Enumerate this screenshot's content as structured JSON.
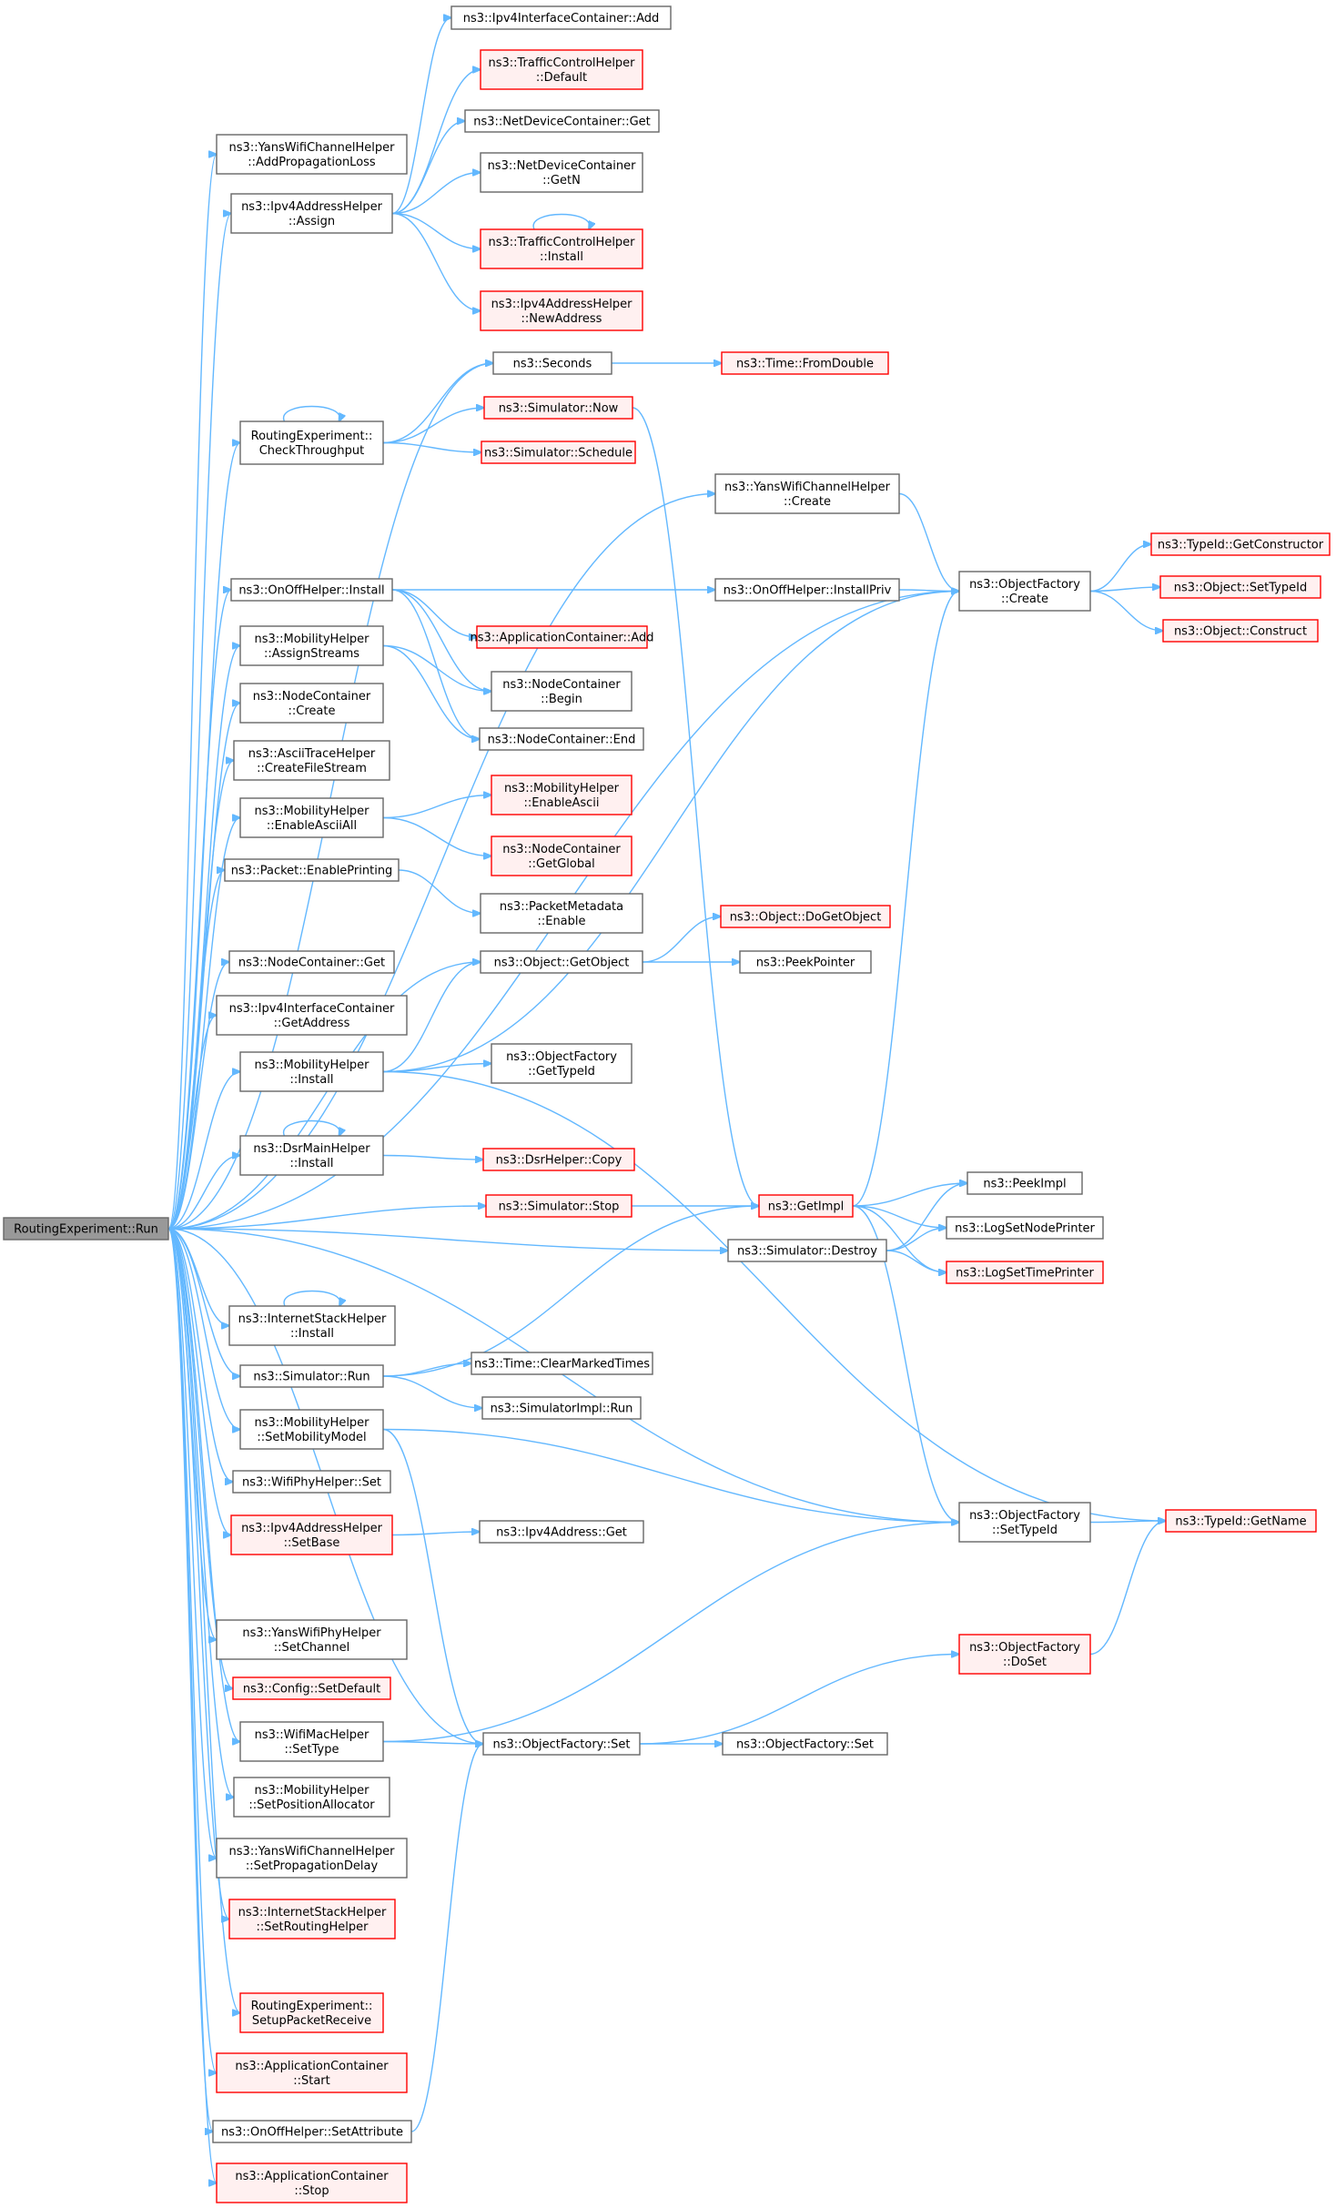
{
  "colors": {
    "edge": "#63b8ff",
    "normal_border": "#666666",
    "normal_fill": "#ffffff",
    "truncated_border": "#ff0000",
    "truncated_fill": "#fff0f0",
    "root_fill": "#999999",
    "root_border": "#666666"
  },
  "nodes": [
    {
      "id": "run",
      "lines": [
        "RoutingExperiment::Run"
      ],
      "style": "root"
    },
    {
      "id": "ipv4ic_add",
      "lines": [
        "ns3::Ipv4InterfaceContainer::Add"
      ],
      "style": "normal"
    },
    {
      "id": "tch_default",
      "lines": [
        "ns3::TrafficControlHelper",
        "::Default"
      ],
      "style": "truncated"
    },
    {
      "id": "ndc_get",
      "lines": [
        "ns3::NetDeviceContainer::Get"
      ],
      "style": "normal"
    },
    {
      "id": "yans_addprop",
      "lines": [
        "ns3::YansWifiChannelHelper",
        "::AddPropagationLoss"
      ],
      "style": "normal"
    },
    {
      "id": "ndc_getn",
      "lines": [
        "ns3::NetDeviceContainer",
        "::GetN"
      ],
      "style": "normal"
    },
    {
      "id": "ipv4ah_assign",
      "lines": [
        "ns3::Ipv4AddressHelper",
        "::Assign"
      ],
      "style": "normal"
    },
    {
      "id": "tch_install",
      "lines": [
        "ns3::TrafficControlHelper",
        "::Install"
      ],
      "style": "truncated"
    },
    {
      "id": "ipv4ah_newaddr",
      "lines": [
        "ns3::Ipv4AddressHelper",
        "::NewAddress"
      ],
      "style": "truncated"
    },
    {
      "id": "seconds",
      "lines": [
        "ns3::Seconds"
      ],
      "style": "normal"
    },
    {
      "id": "time_fromdouble",
      "lines": [
        "ns3::Time::FromDouble"
      ],
      "style": "truncated"
    },
    {
      "id": "sim_now",
      "lines": [
        "ns3::Simulator::Now"
      ],
      "style": "truncated"
    },
    {
      "id": "re_checkthroughput",
      "lines": [
        "RoutingExperiment::",
        "CheckThroughput"
      ],
      "style": "normal"
    },
    {
      "id": "sim_schedule",
      "lines": [
        "ns3::Simulator::Schedule"
      ],
      "style": "truncated"
    },
    {
      "id": "yans_create",
      "lines": [
        "ns3::YansWifiChannelHelper",
        "::Create"
      ],
      "style": "normal"
    },
    {
      "id": "typeid_getconstructor",
      "lines": [
        "ns3::TypeId::GetConstructor"
      ],
      "style": "truncated"
    },
    {
      "id": "onoff_install",
      "lines": [
        "ns3::OnOffHelper::Install"
      ],
      "style": "normal"
    },
    {
      "id": "onoff_installpriv",
      "lines": [
        "ns3::OnOffHelper::InstallPriv"
      ],
      "style": "normal"
    },
    {
      "id": "of_create",
      "lines": [
        "ns3::ObjectFactory",
        "::Create"
      ],
      "style": "normal"
    },
    {
      "id": "object_settypeid",
      "lines": [
        "ns3::Object::SetTypeId"
      ],
      "style": "truncated"
    },
    {
      "id": "object_construct",
      "lines": [
        "ns3::Object::Construct"
      ],
      "style": "truncated"
    },
    {
      "id": "appc_add",
      "lines": [
        "ns3::ApplicationContainer::Add"
      ],
      "style": "truncated"
    },
    {
      "id": "mob_assignstreams",
      "lines": [
        "ns3::MobilityHelper",
        "::AssignStreams"
      ],
      "style": "normal"
    },
    {
      "id": "nc_begin",
      "lines": [
        "ns3::NodeContainer",
        "::Begin"
      ],
      "style": "normal"
    },
    {
      "id": "nc_create",
      "lines": [
        "ns3::NodeContainer",
        "::Create"
      ],
      "style": "normal"
    },
    {
      "id": "nc_end",
      "lines": [
        "ns3::NodeContainer::End"
      ],
      "style": "normal"
    },
    {
      "id": "ascii_createfilestream",
      "lines": [
        "ns3::AsciiTraceHelper",
        "::CreateFileStream"
      ],
      "style": "normal"
    },
    {
      "id": "mob_enableascii",
      "lines": [
        "ns3::MobilityHelper",
        "::EnableAscii"
      ],
      "style": "truncated"
    },
    {
      "id": "mob_enableasciiall",
      "lines": [
        "ns3::MobilityHelper",
        "::EnableAsciiAll"
      ],
      "style": "normal"
    },
    {
      "id": "nc_getglobal",
      "lines": [
        "ns3::NodeContainer",
        "::GetGlobal"
      ],
      "style": "truncated"
    },
    {
      "id": "packet_enableprinting",
      "lines": [
        "ns3::Packet::EnablePrinting"
      ],
      "style": "normal"
    },
    {
      "id": "pm_enable",
      "lines": [
        "ns3::PacketMetadata",
        "::Enable"
      ],
      "style": "normal"
    },
    {
      "id": "object_dogetobject",
      "lines": [
        "ns3::Object::DoGetObject"
      ],
      "style": "truncated"
    },
    {
      "id": "nc_get",
      "lines": [
        "ns3::NodeContainer::Get"
      ],
      "style": "normal"
    },
    {
      "id": "object_getobject",
      "lines": [
        "ns3::Object::GetObject"
      ],
      "style": "normal"
    },
    {
      "id": "peekpointer",
      "lines": [
        "ns3::PeekPointer"
      ],
      "style": "normal"
    },
    {
      "id": "ipv4ic_getaddress",
      "lines": [
        "ns3::Ipv4InterfaceContainer",
        "::GetAddress"
      ],
      "style": "normal"
    },
    {
      "id": "mob_install",
      "lines": [
        "ns3::MobilityHelper",
        "::Install"
      ],
      "style": "normal"
    },
    {
      "id": "of_gettypeid",
      "lines": [
        "ns3::ObjectFactory",
        "::GetTypeId"
      ],
      "style": "normal"
    },
    {
      "id": "dsrmain_install",
      "lines": [
        "ns3::DsrMainHelper",
        "::Install"
      ],
      "style": "normal"
    },
    {
      "id": "dsrhelper_copy",
      "lines": [
        "ns3::DsrHelper::Copy"
      ],
      "style": "truncated"
    },
    {
      "id": "peekimpl",
      "lines": [
        "ns3::PeekImpl"
      ],
      "style": "normal"
    },
    {
      "id": "sim_stop",
      "lines": [
        "ns3::Simulator::Stop"
      ],
      "style": "truncated"
    },
    {
      "id": "getimpl",
      "lines": [
        "ns3::GetImpl"
      ],
      "style": "truncated"
    },
    {
      "id": "logsetnodeprinter",
      "lines": [
        "ns3::LogSetNodePrinter"
      ],
      "style": "normal"
    },
    {
      "id": "sim_destroy",
      "lines": [
        "ns3::Simulator::Destroy"
      ],
      "style": "normal"
    },
    {
      "id": "logsettimeprinter",
      "lines": [
        "ns3::LogSetTimePrinter"
      ],
      "style": "truncated"
    },
    {
      "id": "ish_install",
      "lines": [
        "ns3::InternetStackHelper",
        "::Install"
      ],
      "style": "normal"
    },
    {
      "id": "time_clearmarked",
      "lines": [
        "ns3::Time::ClearMarkedTimes"
      ],
      "style": "normal"
    },
    {
      "id": "sim_run",
      "lines": [
        "ns3::Simulator::Run"
      ],
      "style": "normal"
    },
    {
      "id": "simimpl_run",
      "lines": [
        "ns3::SimulatorImpl::Run"
      ],
      "style": "normal"
    },
    {
      "id": "mob_setmobilitymodel",
      "lines": [
        "ns3::MobilityHelper",
        "::SetMobilityModel"
      ],
      "style": "normal"
    },
    {
      "id": "wifiphy_set",
      "lines": [
        "ns3::WifiPhyHelper::Set"
      ],
      "style": "normal"
    },
    {
      "id": "of_settypeid",
      "lines": [
        "ns3::ObjectFactory",
        "::SetTypeId"
      ],
      "style": "normal"
    },
    {
      "id": "typeid_getname",
      "lines": [
        "ns3::TypeId::GetName"
      ],
      "style": "truncated"
    },
    {
      "id": "ipv4ah_setbase",
      "lines": [
        "ns3::Ipv4AddressHelper",
        "::SetBase"
      ],
      "style": "truncated"
    },
    {
      "id": "ipv4addr_get",
      "lines": [
        "ns3::Ipv4Address::Get"
      ],
      "style": "normal"
    },
    {
      "id": "yansphy_setchannel",
      "lines": [
        "ns3::YansWifiPhyHelper",
        "::SetChannel"
      ],
      "style": "normal"
    },
    {
      "id": "of_doset",
      "lines": [
        "ns3::ObjectFactory",
        "::DoSet"
      ],
      "style": "truncated"
    },
    {
      "id": "config_setdefault",
      "lines": [
        "ns3::Config::SetDefault"
      ],
      "style": "truncated"
    },
    {
      "id": "wifimac_settype",
      "lines": [
        "ns3::WifiMacHelper",
        "::SetType"
      ],
      "style": "normal"
    },
    {
      "id": "of_set",
      "lines": [
        "ns3::ObjectFactory::Set"
      ],
      "style": "normal"
    },
    {
      "id": "of_set2",
      "lines": [
        "ns3::ObjectFactory::Set"
      ],
      "style": "normal"
    },
    {
      "id": "mob_setposalloc",
      "lines": [
        "ns3::MobilityHelper",
        "::SetPositionAllocator"
      ],
      "style": "normal"
    },
    {
      "id": "yans_setpropdelay",
      "lines": [
        "ns3::YansWifiChannelHelper",
        "::SetPropagationDelay"
      ],
      "style": "normal"
    },
    {
      "id": "ish_setrouting",
      "lines": [
        "ns3::InternetStackHelper",
        "::SetRoutingHelper"
      ],
      "style": "truncated"
    },
    {
      "id": "re_setuppacketreceive",
      "lines": [
        "RoutingExperiment::",
        "SetupPacketReceive"
      ],
      "style": "truncated"
    },
    {
      "id": "appc_start",
      "lines": [
        "ns3::ApplicationContainer",
        "::Start"
      ],
      "style": "truncated"
    },
    {
      "id": "onoff_setattribute",
      "lines": [
        "ns3::OnOffHelper::SetAttribute"
      ],
      "style": "normal"
    },
    {
      "id": "appc_stop",
      "lines": [
        "ns3::ApplicationContainer",
        "::Stop"
      ],
      "style": "truncated"
    }
  ]
}
